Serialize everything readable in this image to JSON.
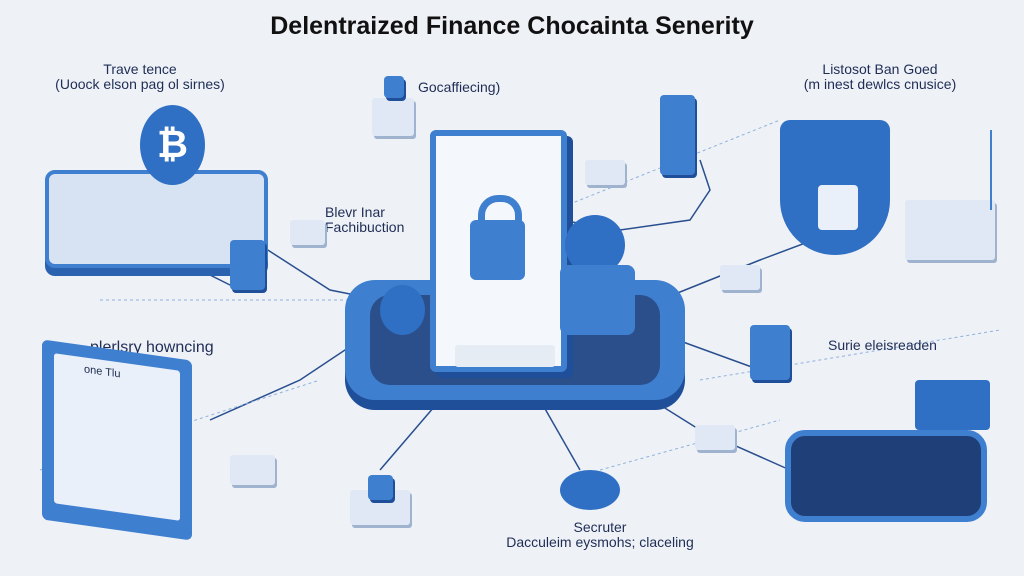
{
  "title": "Delentraized Finance Chocainta Senerity",
  "labels": {
    "top_left": {
      "line1": "Trave tence",
      "line2": "(Uoock elson pag ol sirnes)"
    },
    "top_center": "Gocaffiecing)",
    "top_right": {
      "line1": "Listosot Ban Goed",
      "line2": "(m inest dewlcs cnusice)"
    },
    "mid_left": {
      "line1": "Blevr Inar",
      "line2": "Fachibuction"
    },
    "left": "plerlsry howncing",
    "right": "Surie eleisreaden",
    "bottom": {
      "line1": "Secruter",
      "line2": "Dacculeim eysmohs; claceling"
    },
    "monitor": "one Tlu"
  },
  "colors": {
    "accent": "#3f7fd0",
    "dark": "#1f4f99",
    "background": "#eef2f7"
  }
}
